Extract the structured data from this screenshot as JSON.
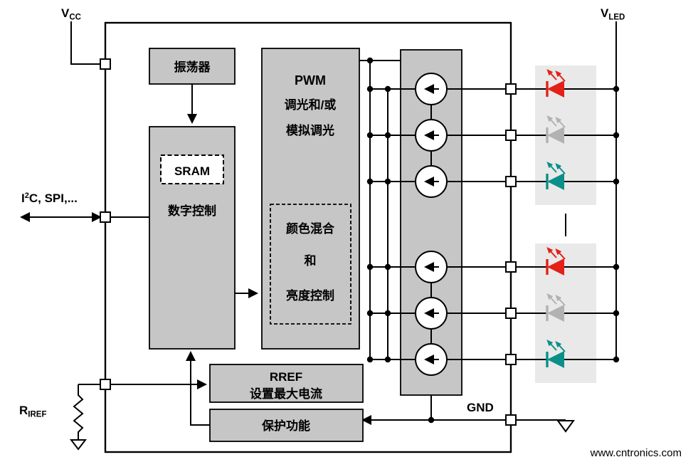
{
  "diagram": {
    "labels": {
      "vcc_main": "V",
      "vcc_sub": "CC",
      "vled_main": "V",
      "vled_sub": "LED",
      "riref_main": "R",
      "riref_sub": "IREF",
      "i2c_i": "I",
      "i2c_sup": "2",
      "i2c_rest": "C, SPI,...",
      "gnd": "GND",
      "oscillator": "振荡器",
      "sram": "SRAM",
      "digital_control": "数字控制",
      "pwm_line1": "PWM",
      "pwm_line2": "调光和/或",
      "pwm_line3": "模拟调光",
      "mix_line1": "颜色混合",
      "mix_line2": "和",
      "mix_line3": "亮度控制",
      "rref_line1": "RREF",
      "rref_line2": "设置最大电流",
      "protection": "保护功能",
      "watermark": "www.cntronics.com"
    },
    "colors": {
      "box_fill": "#c6c6c6",
      "box_stroke": "#000000",
      "highlight": "#e9e9e9",
      "led_red": "#e32119",
      "led_gray": "#b2b2b2",
      "led_teal": "#0a9088",
      "watermark": "#9bcb6a"
    },
    "led_rows": [
      {
        "name": "led-red-1",
        "color": "led_red"
      },
      {
        "name": "led-gray-1",
        "color": "led_gray"
      },
      {
        "name": "led-teal-1",
        "color": "led_teal"
      },
      {
        "name": "led-red-2",
        "color": "led_red"
      },
      {
        "name": "led-gray-2",
        "color": "led_gray"
      },
      {
        "name": "led-teal-2",
        "color": "led_teal"
      }
    ]
  }
}
